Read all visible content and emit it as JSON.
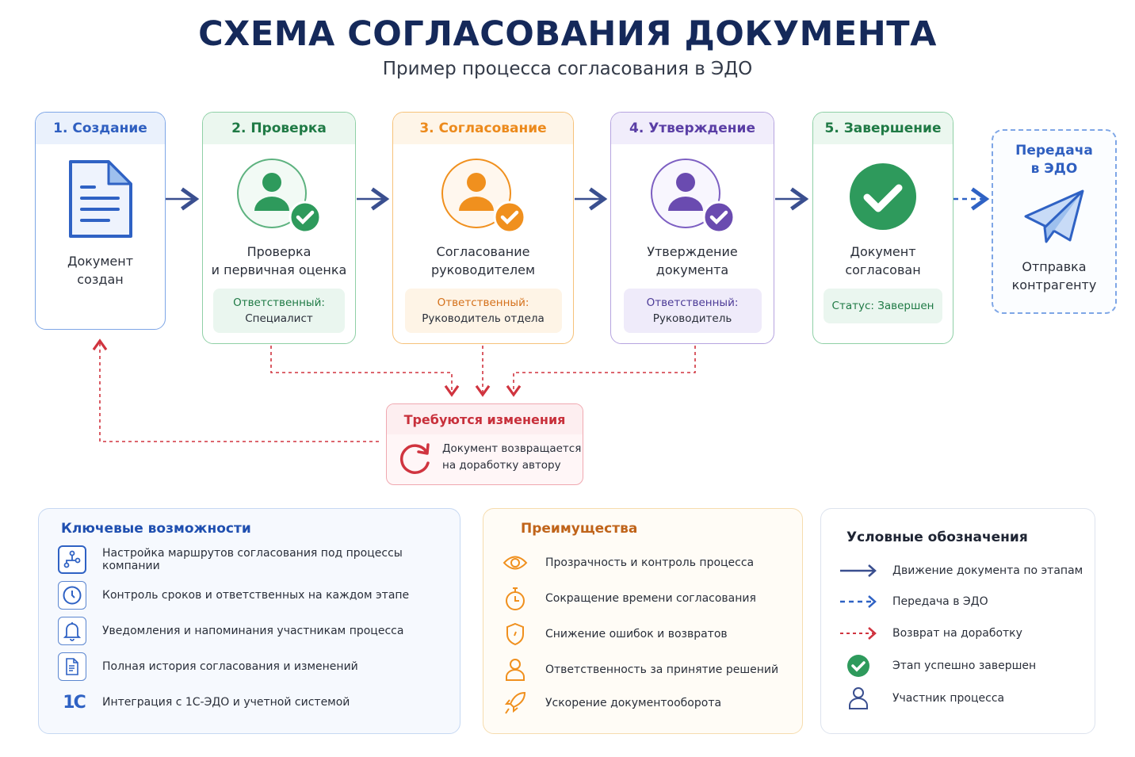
{
  "header": {
    "title": "СХЕМА СОГЛАСОВАНИЯ ДОКУМЕНТА",
    "subtitle": "Пример процесса согласования в ЭДО"
  },
  "colors": {
    "blue": "#2f62c4",
    "green": "#2e9a5c",
    "orange": "#f0901e",
    "purple": "#6a4bb0",
    "red": "#d0343f",
    "navy": "#15295a"
  },
  "stages": [
    {
      "title": "1. Создание",
      "text1": "Документ",
      "text2": "создан",
      "icon": "document-icon"
    },
    {
      "title": "2. Проверка",
      "text1": "Проверка",
      "text2": "и первичная оценка",
      "resp_label": "Ответственный:",
      "resp_value": "Специалист",
      "icon": "user-check-icon"
    },
    {
      "title": "3. Согласование",
      "text1": "Согласование",
      "text2": "руководителем",
      "resp_label": "Ответственный:",
      "resp_value": "Руководитель отдела",
      "icon": "user-check-icon"
    },
    {
      "title": "4. Утверждение",
      "text1": "Утверждение",
      "text2": "документа",
      "resp_label": "Ответственный:",
      "resp_value": "Руководитель",
      "icon": "user-check-icon"
    },
    {
      "title": "5. Завершение",
      "text1": "Документ",
      "text2": "согласован",
      "status": "Статус: Завершен",
      "icon": "check-circle-icon"
    }
  ],
  "edo": {
    "title1": "Передача",
    "title2": "в ЭДО",
    "text1": "Отправка",
    "text2": "контрагенту",
    "icon": "paper-plane-icon"
  },
  "changes": {
    "title": "Требуются изменения",
    "text1": "Документ возвращается",
    "text2": "на доработку автору",
    "icon": "refresh-icon"
  },
  "features": {
    "title": "Ключевые возможности",
    "items": [
      "Настройка маршрутов согласования под процессы компании",
      "Контроль сроков и ответственных на каждом этапе",
      "Уведомления и напоминания участникам процесса",
      "Полная история согласования и изменений",
      "Интеграция с 1С-ЭДО и учетной системой"
    ],
    "logo_1c": "1С"
  },
  "advantages": {
    "title": "Преимущества",
    "items": [
      "Прозрачность и контроль процесса",
      "Сокращение времени согласования",
      "Снижение ошибок и возвратов",
      "Ответственность за принятие решений",
      "Ускорение документооборота"
    ]
  },
  "legend": {
    "title": "Условные обозначения",
    "items": [
      "Движение документа по этапам",
      "Передача в ЭДО",
      "Возврат на доработку",
      "Этап успешно завершен",
      "Участник процесса"
    ]
  }
}
